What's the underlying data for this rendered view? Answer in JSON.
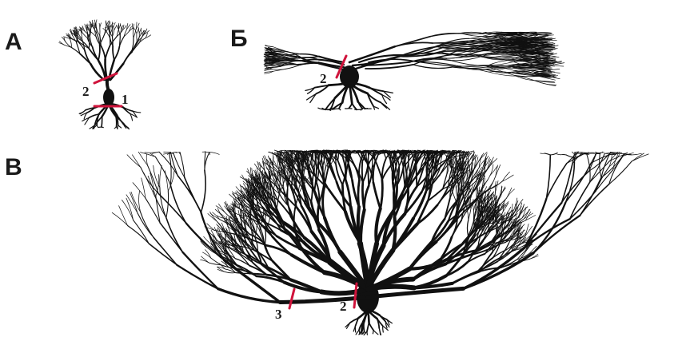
{
  "panels": {
    "a": {
      "letter": "А",
      "marks": [
        "2",
        "1"
      ]
    },
    "b": {
      "letter": "Б",
      "marks": [
        "2"
      ]
    },
    "c": {
      "letter": "В",
      "marks": [
        "3",
        "2"
      ]
    }
  },
  "colors": {
    "dendrite": "#111111",
    "cut_mark": "#d0143c",
    "background": "#ffffff"
  },
  "icons": {
    "neuron": "neuron-dendrite-tree"
  }
}
